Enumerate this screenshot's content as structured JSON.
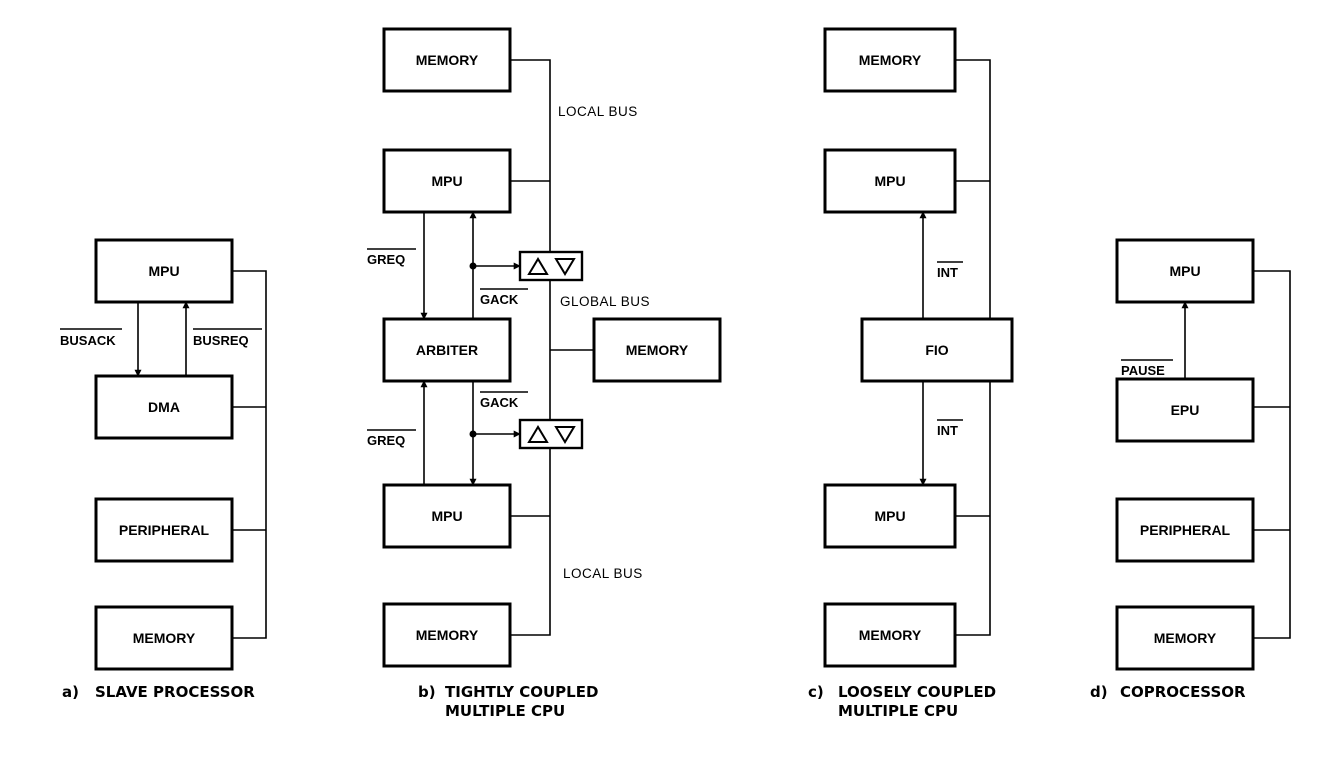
{
  "panel_a": {
    "caption_letter": "a)",
    "caption_line1": "SLAVE PROCESSOR",
    "boxes": {
      "mpu": "MPU",
      "dma": "DMA",
      "peripheral": "PERIPHERAL",
      "memory": "MEMORY"
    },
    "signals": {
      "busack": "BUSACK",
      "busreq": "BUSREQ"
    }
  },
  "panel_b": {
    "caption_letter": "b)",
    "caption_line1": "TIGHTLY COUPLED",
    "caption_line2": "MULTIPLE CPU",
    "boxes": {
      "memory_top": "MEMORY",
      "mpu_top": "MPU",
      "arbiter": "ARBITER",
      "memory_global": "MEMORY",
      "mpu_bottom": "MPU",
      "memory_bottom": "MEMORY"
    },
    "labels": {
      "local_bus_top": "LOCAL BUS",
      "global_bus": "GLOBAL BUS",
      "local_bus_bottom": "LOCAL BUS"
    },
    "signals": {
      "greq_top": "GREQ",
      "gack_top": "GACK",
      "gack_bottom": "GACK",
      "greq_bottom": "GREQ"
    }
  },
  "panel_c": {
    "caption_letter": "c)",
    "caption_line1": "LOOSELY COUPLED",
    "caption_line2": "MULTIPLE CPU",
    "boxes": {
      "memory_top": "MEMORY",
      "mpu_top": "MPU",
      "fio": "FIO",
      "mpu_bottom": "MPU",
      "memory_bottom": "MEMORY"
    },
    "signals": {
      "int_top": "INT",
      "int_bottom": "INT"
    }
  },
  "panel_d": {
    "caption_letter": "d)",
    "caption_line1": "COPROCESSOR",
    "boxes": {
      "mpu": "MPU",
      "epu": "EPU",
      "peripheral": "PERIPHERAL",
      "memory": "MEMORY"
    },
    "signals": {
      "pause": "PAUSE"
    }
  }
}
